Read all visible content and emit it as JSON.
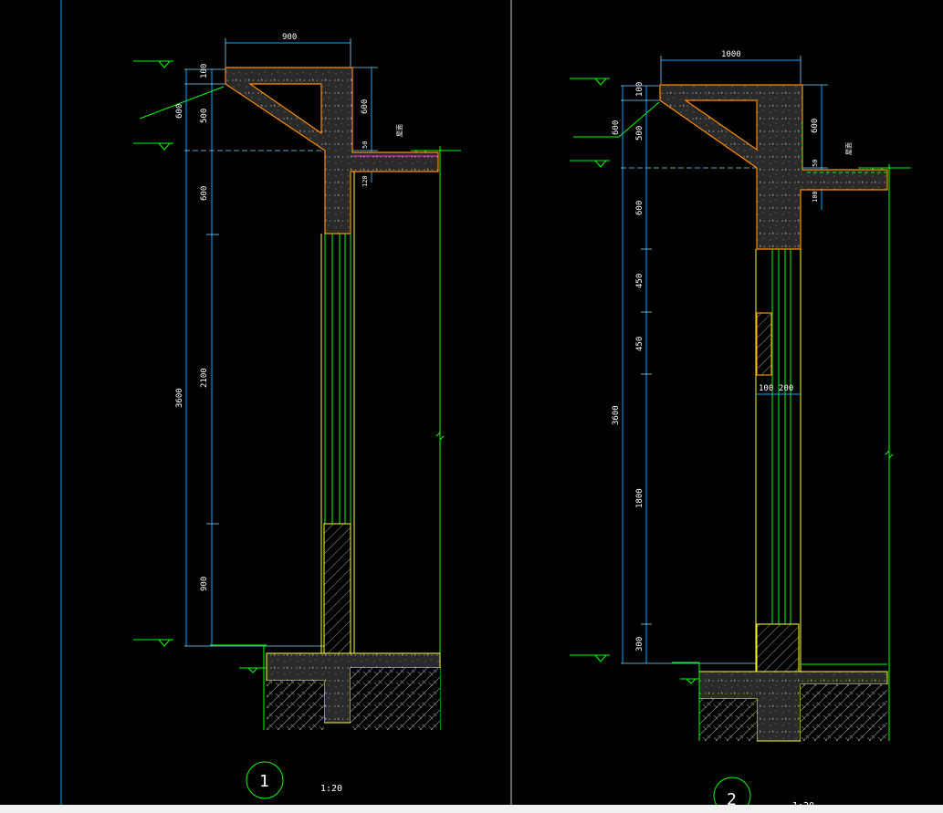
{
  "drawing_1": {
    "label": "1",
    "scale": "1:20",
    "dims": {
      "top_width": "900",
      "left_small_100": "100",
      "left_500": "500",
      "left_600a": "600",
      "left_600b": "600",
      "left_2100": "2100",
      "left_900": "900",
      "left_total_3600": "3600",
      "right_600": "600",
      "right_50": "50",
      "right_120": "120",
      "roof_note": "屋面"
    }
  },
  "drawing_2": {
    "label": "2",
    "scale": "1:20",
    "dims": {
      "top_width": "1000",
      "left_small_100": "100",
      "left_500": "500",
      "left_600a": "600",
      "left_600b": "600",
      "left_450a": "450",
      "left_450b": "450",
      "left_1800": "1800",
      "left_300": "300",
      "left_total_3600": "3600",
      "right_600": "600",
      "right_50": "50",
      "right_100": "100",
      "bottom_100": "100",
      "bottom_200": "200",
      "roof_note": "屋面"
    }
  }
}
